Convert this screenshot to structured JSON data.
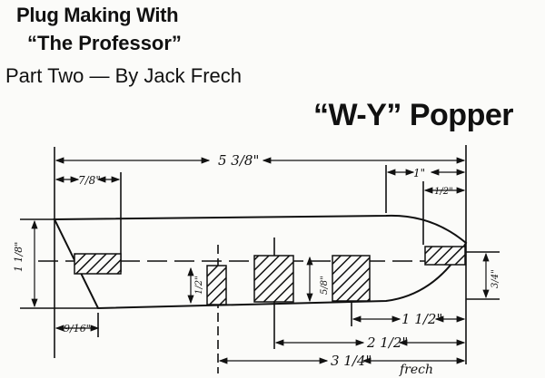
{
  "header": {
    "line1": "Plug Making With",
    "line2": "“The Professor”",
    "byline": "Part Two — By Jack Frech",
    "lure_name": "“W-Y” Popper"
  },
  "diagram": {
    "overall_length": "5 3/8\"",
    "nose_face_length": "7/8\"",
    "tail_taper_length": "1\"",
    "tail_hatch_length": "1/2\"",
    "body_height": "1 1/8\"",
    "slant_offset": "9/16\"",
    "hook_hanger_1_depth": "1/2\"",
    "hook_hanger_2_depth": "5/8\"",
    "tail_height": "3/4\"",
    "dim_1_half": "1 1/2\"",
    "dim_2_half": "2 1/2\"",
    "dim_3_quarter": "3 1/4\"",
    "signature": "frech"
  }
}
